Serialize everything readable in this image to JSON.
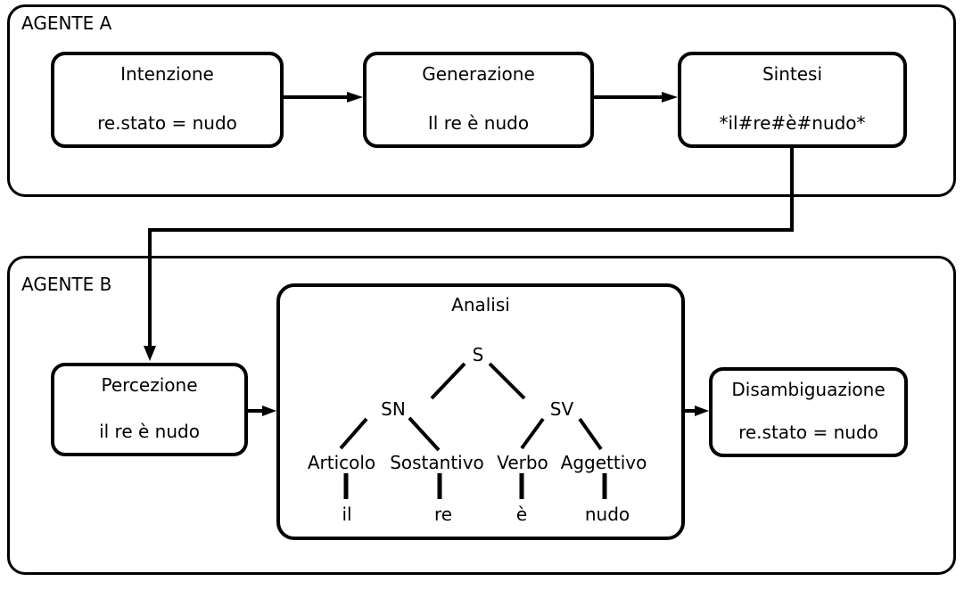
{
  "agente_a": {
    "label": "AGENTE A",
    "intenzione": {
      "title": "Intenzione",
      "value": "re.stato = nudo"
    },
    "generazione": {
      "title": "Generazione",
      "value": "Il re è nudo"
    },
    "sintesi": {
      "title": "Sintesi",
      "value": "*il#re#è#nudo*"
    }
  },
  "agente_b": {
    "label": "AGENTE B",
    "percezione": {
      "title": "Percezione",
      "value": "il re è nudo"
    },
    "disambiguazione": {
      "title": "Disambiguazione",
      "value": "re.stato = nudo"
    },
    "analisi": {
      "title": "Analisi",
      "tree": {
        "s": "S",
        "sn": "SN",
        "sv": "SV",
        "articolo": "Articolo",
        "sostantivo": "Sostantivo",
        "verbo": "Verbo",
        "aggettivo": "Aggettivo",
        "leaf_il": "il",
        "leaf_re": "re",
        "leaf_e": "è",
        "leaf_nudo": "nudo"
      }
    }
  },
  "colors": {
    "stroke": "#000000",
    "background": "#ffffff",
    "text": "#000000"
  }
}
